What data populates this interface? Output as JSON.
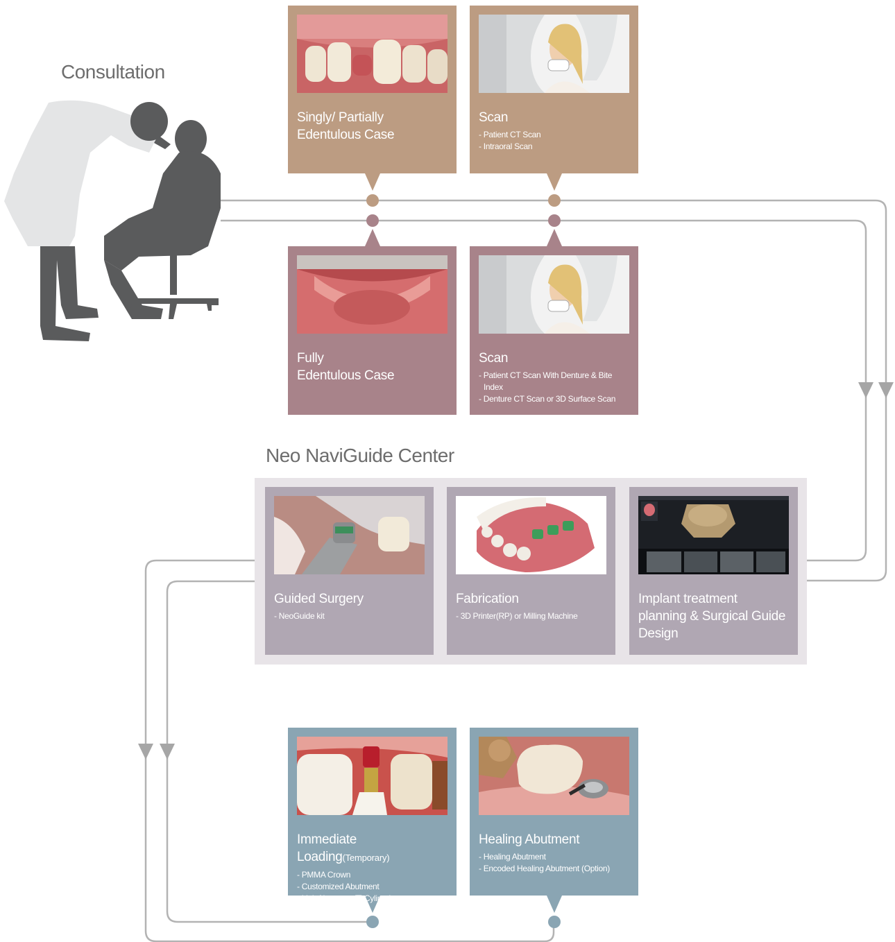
{
  "headings": {
    "consultation": "Consultation",
    "center": "Neo NaviGuide Center"
  },
  "colors": {
    "partial_case": "#bc9c82",
    "full_case": "#a8838a",
    "center_panel": "#e8e4e8",
    "center_cards": "#b0a7b3",
    "loading_cards": "#8aa5b3",
    "flow_lines": "#b3b3b3"
  },
  "cards": {
    "partial_case": {
      "title": "Singly/ Partially\nEdentulous Case",
      "image": "partially-edentulous-teeth-photo"
    },
    "partial_scan": {
      "title": "Scan",
      "items": [
        "- Patient CT Scan",
        "- Intraoral Scan"
      ],
      "image": "ct-scan-patient-photo"
    },
    "full_case": {
      "title": "Fully\nEdentulous Case",
      "image": "fully-edentulous-jaw-photo"
    },
    "full_scan": {
      "title": "Scan",
      "items": [
        "- Patient CT Scan With Denture & Bite Index",
        "- Denture CT Scan or 3D Surface Scan"
      ],
      "image": "ct-scan-patient-photo"
    },
    "guided_surgery": {
      "title": "Guided Surgery",
      "items": [
        "- NeoGuide kit"
      ],
      "image": "guided-surgery-photo"
    },
    "fabrication": {
      "title": "Fabrication",
      "items": [
        "- 3D Printer(RP) or Milling Machine"
      ],
      "image": "surgical-guide-model-render"
    },
    "planning": {
      "title": "Implant treatment\nplanning & Surgical Guide\nDesign",
      "image": "planning-software-screenshot"
    },
    "immediate_loading": {
      "title": "Immediate Loading",
      "title_suffix": "(Temporary)",
      "items": [
        "- PMMA Crown",
        "- Customized Abutment",
        "- Link Abutment /Ti Cylinnder"
      ],
      "image": "abutment-crown-photo"
    },
    "healing_abutment": {
      "title": "Healing Abutment",
      "items": [
        "- Healing  Abutment",
        "- Encoded Healing Abutment (Option)"
      ],
      "image": "healing-abutment-photo"
    }
  }
}
